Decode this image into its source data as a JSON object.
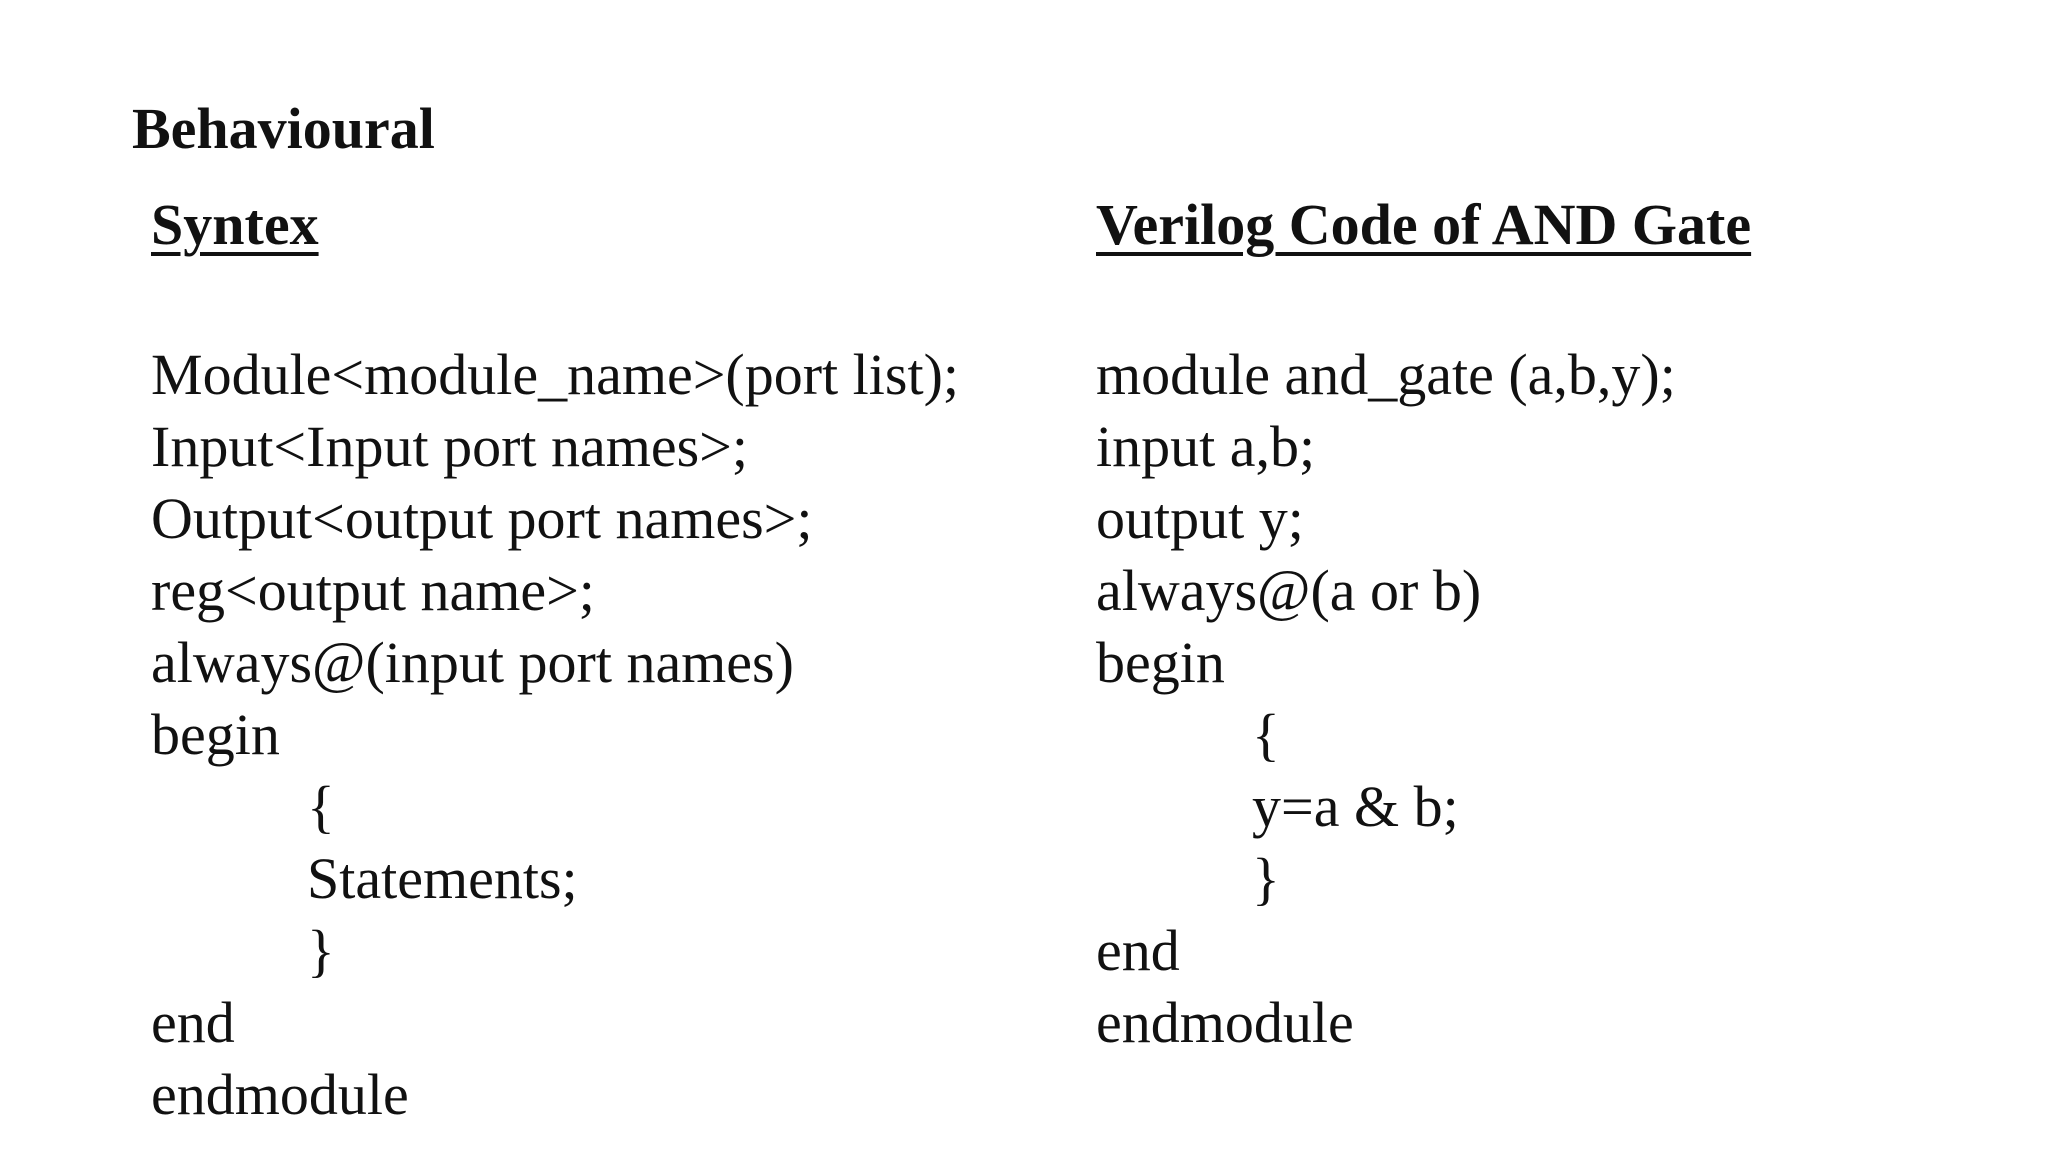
{
  "slide": {
    "title": "Behavioural"
  },
  "syntax": {
    "heading": "Syntex",
    "lines": [
      "Module<module_name>(port list);",
      "Input<Input port names>;",
      "Output<output port names>;",
      "reg<output name>;",
      "always@(input port names)",
      "begin",
      "{",
      "Statements;",
      "}",
      "end",
      "endmodule"
    ]
  },
  "example": {
    "heading": "Verilog Code of AND Gate",
    "lines": [
      "module and_gate (a,b,y);",
      "input a,b;",
      "output y;",
      "always@(a or b)",
      "begin",
      "{",
      "y=a & b;",
      "}",
      "end",
      "endmodule"
    ]
  }
}
